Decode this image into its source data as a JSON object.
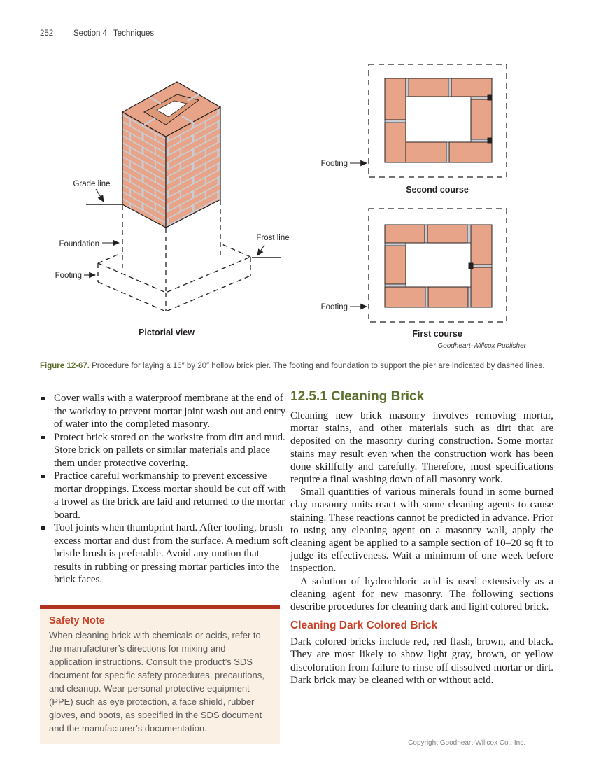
{
  "page": {
    "number": "252",
    "section": "Section 4",
    "chapter": "Techniques"
  },
  "figure": {
    "pictorial": {
      "grade_line_label": "Grade line",
      "foundation_label": "Foundation",
      "frost_line_label": "Frost line",
      "footing_label": "Footing",
      "caption": "Pictorial view"
    },
    "second_course": {
      "footing_label": "Footing",
      "caption": "Second course"
    },
    "first_course": {
      "footing_label": "Footing",
      "caption": "First course"
    },
    "credit": "Goodheart-Willcox Publisher",
    "caption_number": "Figure 12-67.",
    "caption_text": "Procedure for laying a 16″ by 20″ hollow brick pier. The footing and foundation to support the pier are indicated by dashed lines."
  },
  "left_column": {
    "bullets": [
      "Cover walls with a waterproof membrane at the end of the workday to prevent mortar joint wash out and entry of water into the completed masonry.",
      "Protect brick stored on the worksite from dirt and mud. Store brick on pallets or similar materials and place them under protective covering.",
      "Practice careful workmanship to prevent excessive mortar droppings. Excess mortar should be cut off with a trowel as the brick are laid and returned to the mortar board.",
      "Tool joints when thumbprint hard. After tooling, brush excess mortar and dust from the surface. A medium soft bristle brush is preferable. Avoid any motion that results in rubbing or pressing mortar particles into the brick faces."
    ],
    "safety_note": {
      "title": "Safety Note",
      "body": "When cleaning brick with chemicals or acids, refer to the manufacturer’s directions for mixing and application instructions. Consult the product’s SDS document for specific safety procedures, precautions, and cleanup. Wear personal protective equipment (PPE) such as eye protection, a face shield, rubber gloves, and boots, as specified in the SDS document and the manufacturer’s documentation."
    }
  },
  "right_column": {
    "heading": "12.5.1 Cleaning Brick",
    "paragraph1": "Cleaning new brick masonry involves removing mortar, mortar stains, and other materials such as dirt that are deposited on the masonry during construction. Some mortar stains may result even when the construction work has been done skillfully and carefully. Therefore, most specifications require a final washing down of all masonry work.",
    "paragraph2": "Small quantities of various minerals found in some burned clay masonry units react with some cleaning agents to cause staining. These reactions cannot be predicted in advance. Prior to using any cleaning agent on a masonry wall, apply the cleaning agent be applied to a sample section of 10–20 sq ft to judge its effectiveness. Wait a minimum of one week before inspection.",
    "paragraph3": "A solution of hydrochloric acid is used extensively as a cleaning agent for new masonry. The following sections describe procedures for cleaning dark and light colored brick.",
    "subheading": "Cleaning Dark Colored Brick",
    "paragraph4": "Dark colored bricks include red, red flash, brown, and black. They are most likely to show light gray, brown, or yellow discoloration from failure to rinse off dissolved mortar or dirt. Dark brick may be cleaned with or without acid."
  },
  "footer": {
    "copyright": "Copyright Goodheart-Willcox Co., Inc."
  },
  "colors": {
    "brick": "#e8a489",
    "mortar": "#c9ccd3",
    "outline": "#231f20",
    "heading_olive": "#5c6e2b",
    "accent_red": "#c8432a",
    "safety_bar": "#b23420",
    "safety_background": "#fbf0e4",
    "body_text": "#262224",
    "safety_text": "#58595b"
  }
}
